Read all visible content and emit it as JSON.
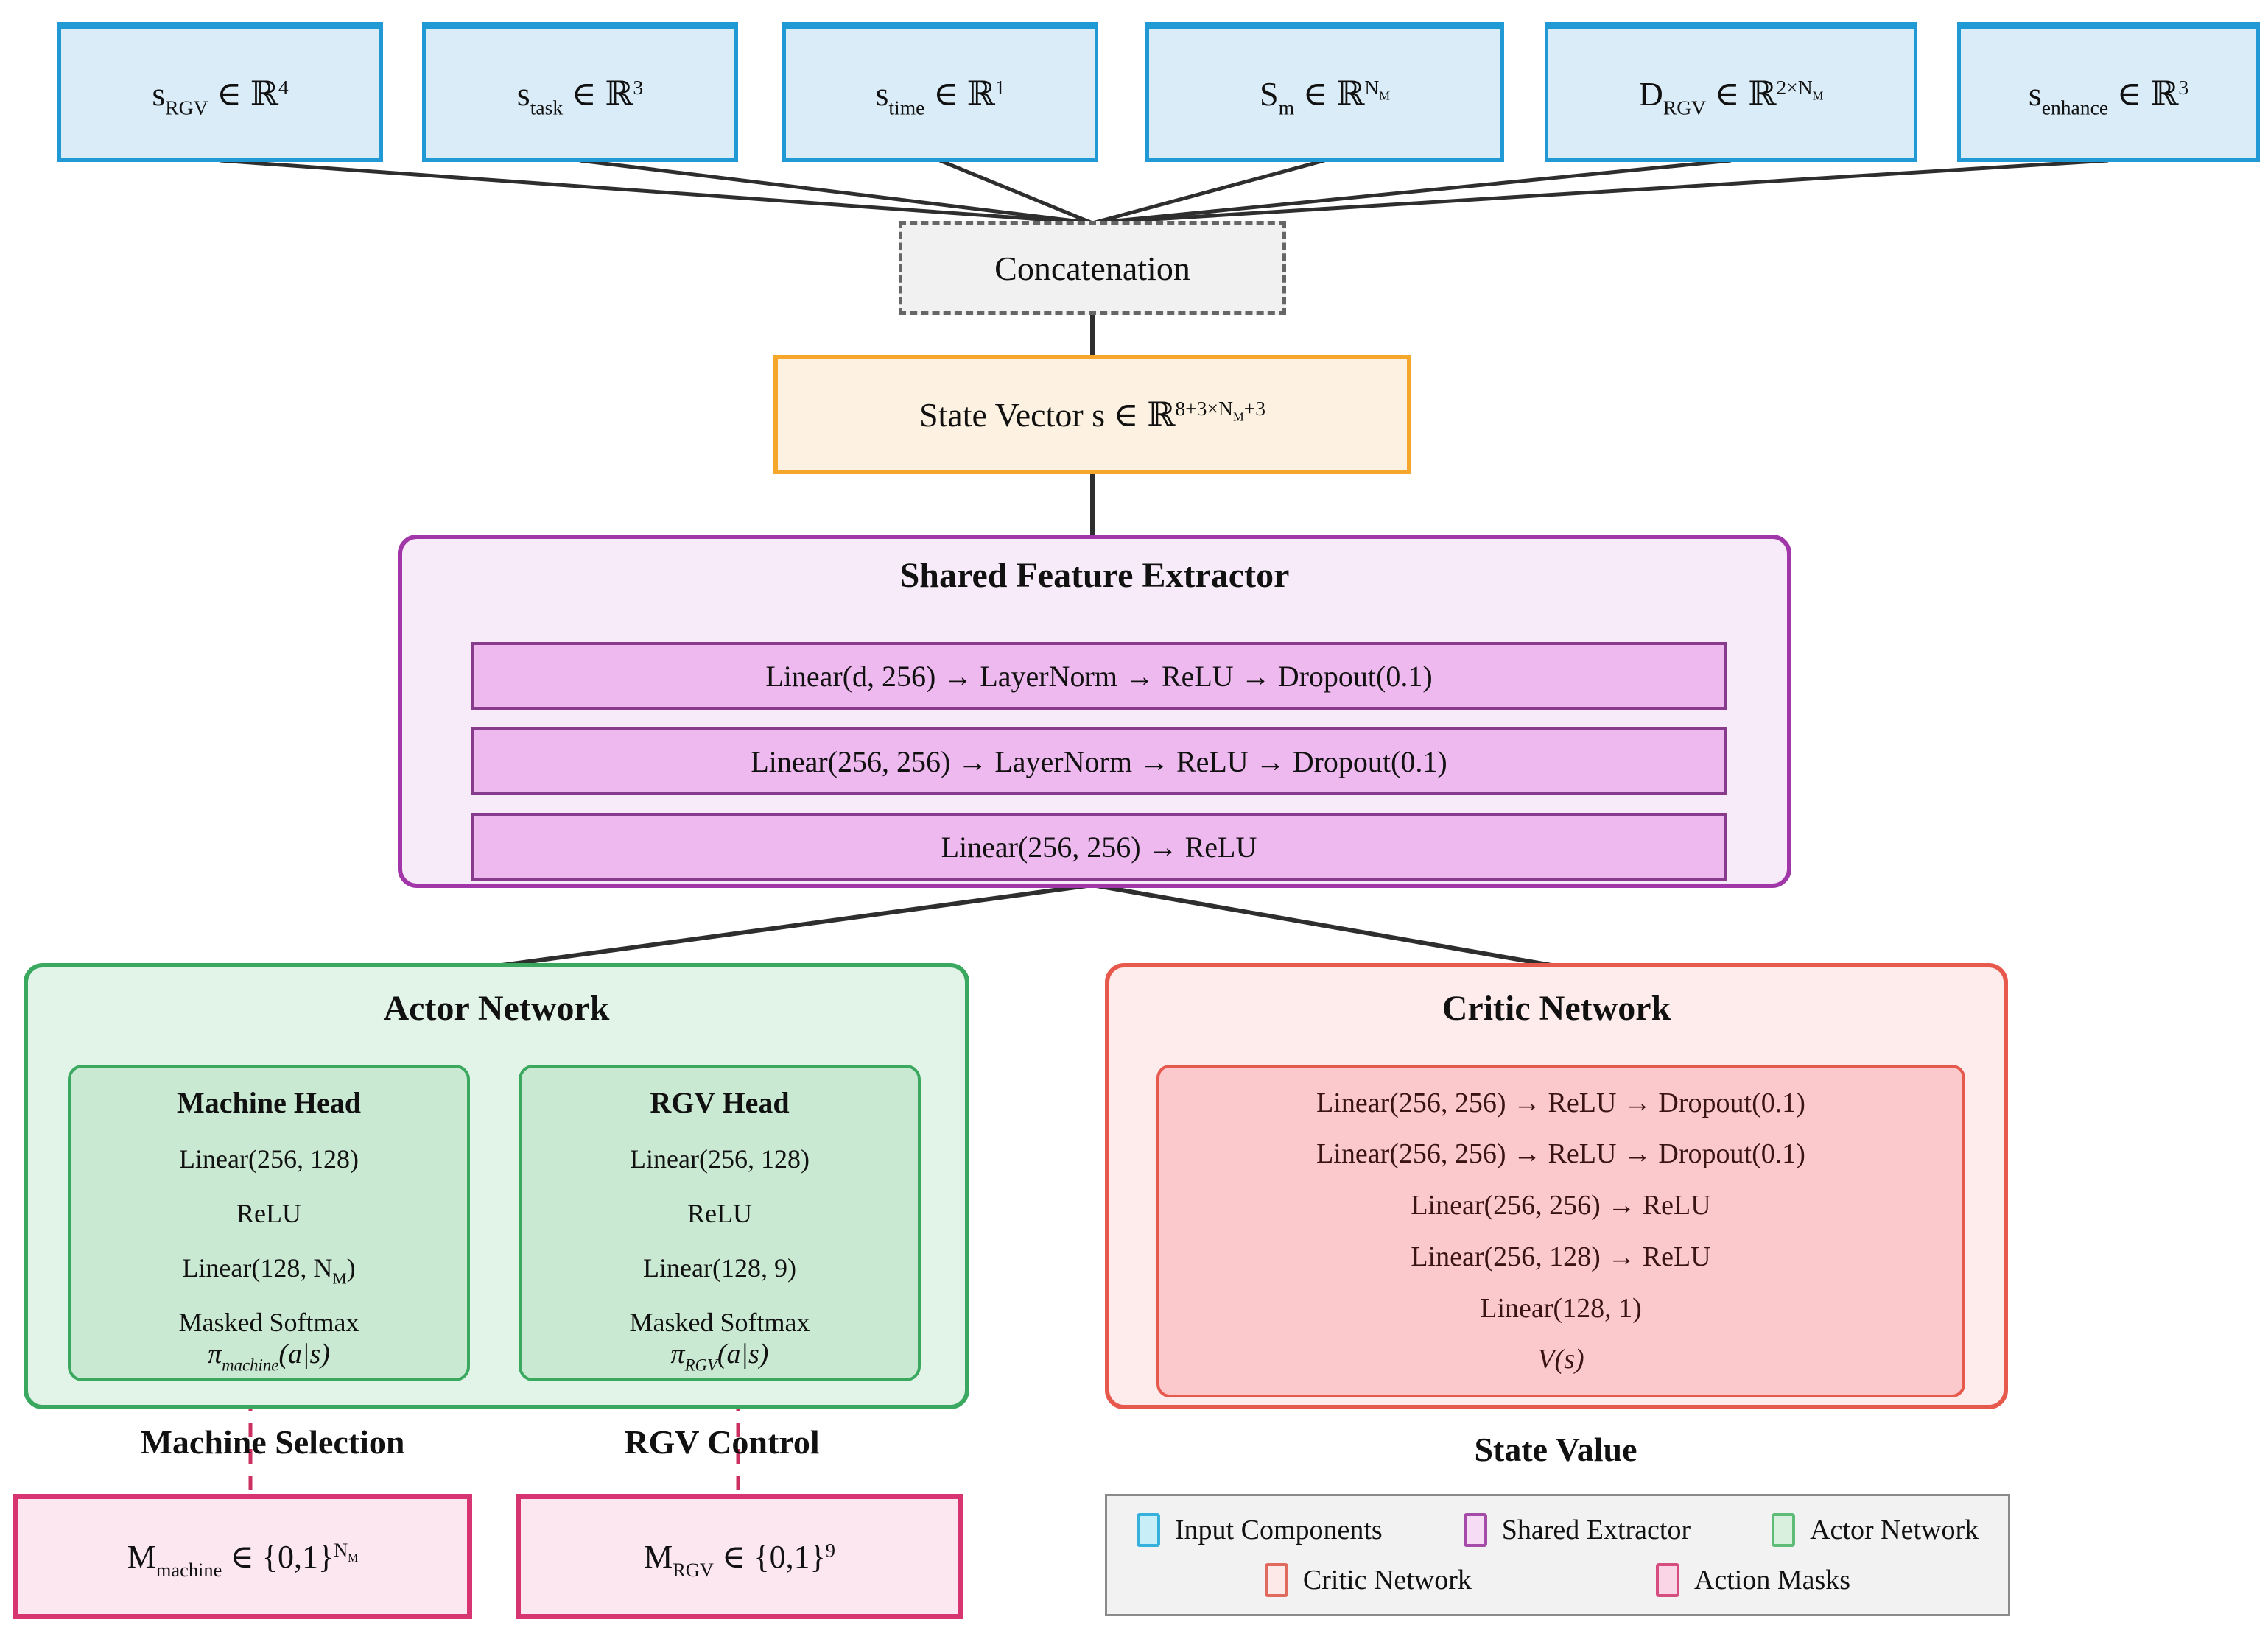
{
  "diagram": {
    "colors": {
      "input": {
        "fill": "#d9ecf8",
        "border": "#2099d4"
      },
      "concat": {
        "fill": "#f1f1f1",
        "border": "#666666"
      },
      "state": {
        "fill": "#fdf2e1",
        "border": "#f5a62b"
      },
      "extractor": {
        "fill": "#f8ebf9",
        "border": "#a136a8"
      },
      "extractor_layer": {
        "fill": "#eeb9ee",
        "border": "#883a8c"
      },
      "actor": {
        "fill": "#e2f4e8",
        "border": "#3aa85f"
      },
      "head": {
        "fill": "#c9e9d2",
        "border": "#3aa85f"
      },
      "critic": {
        "fill": "#fdeceb",
        "border": "#e8594d"
      },
      "critic_inner": {
        "fill": "#fbc9cc",
        "border": "#e8594d"
      },
      "mask": {
        "fill": "#fce7f1",
        "border": "#d63571"
      },
      "legend": {
        "fill": "#f2f2f2",
        "border": "#8a8a8a"
      },
      "connector": {
        "stroke": "#2e2e2e"
      },
      "mask_connector": {
        "stroke": "#cc3060"
      }
    },
    "inputs": [
      {
        "name": "s_RGV",
        "formula": [
          "s",
          {
            "sub": "RGV"
          },
          " ∈ ℝ",
          {
            "sup": "4"
          }
        ]
      },
      {
        "name": "s_task",
        "formula": [
          "s",
          {
            "sub": "task"
          },
          " ∈ ℝ",
          {
            "sup": "3"
          }
        ]
      },
      {
        "name": "s_time",
        "formula": [
          "s",
          {
            "sub": "time"
          },
          " ∈ ℝ",
          {
            "sup": "1"
          }
        ]
      },
      {
        "name": "S_m",
        "formula": [
          "S",
          {
            "sub": "m"
          },
          " ∈ ℝ",
          {
            "sup": [
              "N",
              {
                "sub": "M"
              }
            ]
          }
        ]
      },
      {
        "name": "D_RGV",
        "formula": [
          "D",
          {
            "sub": "RGV"
          },
          " ∈ ℝ",
          {
            "sup": [
              "2×N",
              {
                "sub": "M"
              }
            ]
          }
        ]
      },
      {
        "name": "s_enhance",
        "formula": [
          "s",
          {
            "sub": "enhance"
          },
          " ∈ ℝ",
          {
            "sup": "3"
          }
        ]
      }
    ],
    "concatenation_label": "Concatenation",
    "state_vector_formula": [
      "State Vector s ∈ ℝ",
      {
        "sup": [
          "8+3×N",
          {
            "sub": "M"
          },
          "+3"
        ]
      }
    ],
    "extractor": {
      "title": "Shared Feature Extractor",
      "layers": [
        "Linear(d, 256) → LayerNorm → ReLU → Dropout(0.1)",
        "Linear(256, 256) → LayerNorm → ReLU → Dropout(0.1)",
        "Linear(256, 256) → ReLU"
      ]
    },
    "actor": {
      "title": "Actor Network",
      "heads": [
        {
          "title": "Machine Head",
          "layers": [
            [
              "Linear(256, 128)"
            ],
            [
              "ReLU"
            ],
            [
              "Linear(128, N",
              {
                "sub": "M"
              },
              ")"
            ],
            [
              "Masked Softmax"
            ]
          ],
          "output_formula": [
            "π",
            {
              "sub": "machine"
            },
            "(a|s)"
          ]
        },
        {
          "title": "RGV Head",
          "layers": [
            [
              "Linear(256, 128)"
            ],
            [
              "ReLU"
            ],
            [
              "Linear(128, 9)"
            ],
            [
              "Masked Softmax"
            ]
          ],
          "output_formula": [
            "π",
            {
              "sub": "RGV"
            },
            "(a|s)"
          ]
        }
      ]
    },
    "critic": {
      "title": "Critic Network",
      "layers": [
        "Linear(256, 256) → ReLU → Dropout(0.1)",
        "Linear(256, 256) → ReLU → Dropout(0.1)",
        "Linear(256, 256) → ReLU",
        "Linear(256, 128) → ReLU",
        "Linear(128, 1)"
      ],
      "output_formula": [
        "V(s)"
      ]
    },
    "labels": {
      "machine_selection": "Machine Selection",
      "rgv_control": "RGV Control",
      "state_value": "State Value"
    },
    "masks": [
      {
        "name": "M_machine",
        "formula": [
          "M",
          {
            "sub": "machine"
          },
          " ∈ {0,1}",
          {
            "sup": [
              "N",
              {
                "sub": "M"
              }
            ]
          }
        ]
      },
      {
        "name": "M_RGV",
        "formula": [
          "M",
          {
            "sub": "RGV"
          },
          " ∈ {0,1}",
          {
            "sup": "9"
          }
        ]
      }
    ],
    "legend": {
      "items": [
        {
          "label": "Input Components",
          "fill": "#c8eef8",
          "border": "#35b1dc"
        },
        {
          "label": "Shared Extractor",
          "fill": "#f6dcf4",
          "border": "#a54ba8"
        },
        {
          "label": "Actor Network",
          "fill": "#d9f0de",
          "border": "#5fbc77"
        },
        {
          "label": "Critic Network",
          "fill": "#fde9e7",
          "border": "#e06a5e"
        },
        {
          "label": "Action Masks",
          "fill": "#f9d5e6",
          "border": "#d64d80"
        }
      ]
    }
  }
}
